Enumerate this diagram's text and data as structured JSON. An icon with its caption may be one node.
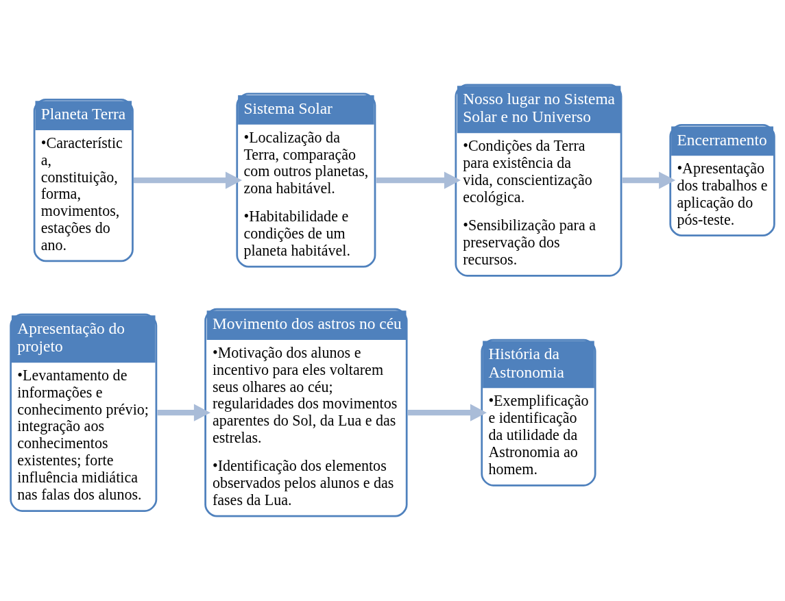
{
  "diagram": {
    "nodes": [
      {
        "text": [
          "Apresentação do projeto",
          "•Levantamento de informações e conhecimento prévio; integração aos conhecimentos existentes; forte influência midiática nas falas dos alunos."
        ]
      },
      {
        "text": [
          "Movimento dos astros no céu",
          "•Motivação dos alunos e incentivo para eles voltarem seus olhares ao céu; regularidades dos movimentos aparentes do Sol, da Lua e das estrelas.",
          "•Identificação dos elementos observados pelos alunos e das fases da Lua."
        ]
      },
      {
        "text": [
          "História da Astronomia",
          "•Exemplificação e identificação da utilidade da Astronomia ao homem."
        ]
      },
      {
        "text": [
          "Planeta Terra",
          "•Característica, constituição, forma, movimentos, estações do ano."
        ]
      },
      {
        "text": [
          "Sistema Solar",
          "•Localização da Terra, comparação com outros planetas, zona habitável.",
          "•Habitabilidade e condições de um planeta habitável."
        ]
      },
      {
        "text": [
          "Nosso lugar no Sistema Solar e no Universo",
          "•Condições da Terra para existência da vida, conscientização ecológica.",
          "•Sensibilização para a preservação dos recursos."
        ]
      },
      {
        "text": [
          "Encerramento",
          "•Apresentação dos trabalhos e aplicação do pós-teste."
        ]
      }
    ],
    "edges": [
      {
        "from": 0,
        "to": 1,
        "arrow": "to"
      },
      {
        "from": 1,
        "to": 2,
        "arrow": "to"
      },
      {
        "from": 3,
        "to": 4,
        "arrow": "to"
      },
      {
        "from": 4,
        "to": 5,
        "arrow": "to"
      },
      {
        "from": 5,
        "to": 6,
        "arrow": "to"
      }
    ]
  }
}
